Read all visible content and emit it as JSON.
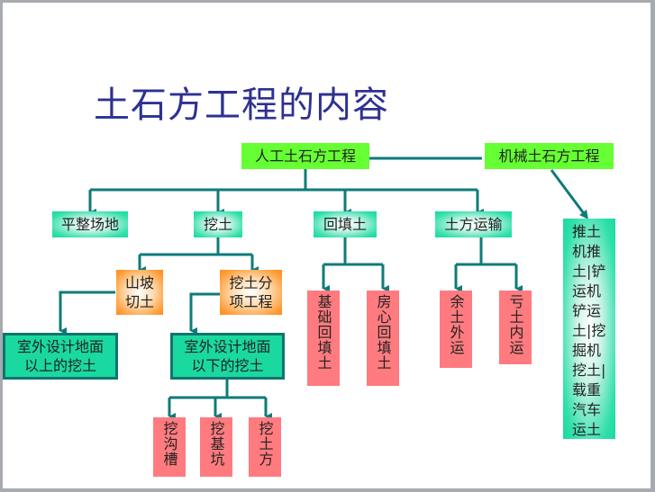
{
  "title": "土石方工程的内容",
  "nodes": {
    "manual": "人工土石方工程",
    "mechanical": "机械土石方工程",
    "leveling": "平整场地",
    "excavation": "挖土",
    "backfill": "回填土",
    "transport": "土方运输",
    "slope_cut": "山坡切土",
    "excavation_items": "挖土分项工程",
    "above_grade": "室外设计地面以上的挖土",
    "below_grade": "室外设计地面以下的挖土",
    "foundation_backfill": "基础回填土",
    "room_backfill": "房心回填土",
    "surplus_out": "余土外运",
    "deficit_in": "亏土内运",
    "trench": "挖沟槽",
    "pit": "挖基坑",
    "earthwork": "挖土方",
    "mechanical_detail": "推土机推土|铲运机铲运土|挖掘机挖土|载重汽车运土"
  },
  "colors": {
    "title": "#2e3192",
    "connector": "#0e7b78",
    "top_level": "#66ff33",
    "level2": "#1ad9a0",
    "orange": "#ff8c1a",
    "pink": "#ff7b7f"
  }
}
